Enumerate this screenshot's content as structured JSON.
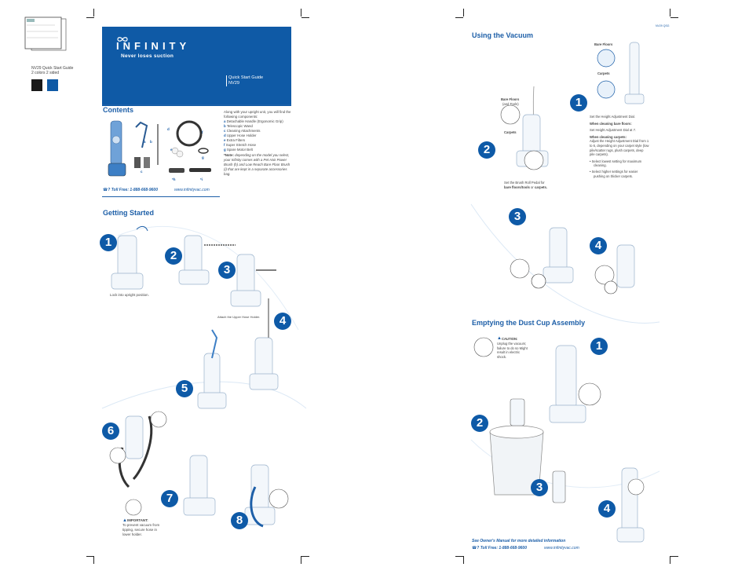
{
  "sidebar": {
    "doc_name": "NV29 Quick Start Guide",
    "doc_spec": "2 colors 2 sided",
    "colors": {
      "black": "#1a1a1a",
      "blue": "#0f5aa6"
    }
  },
  "corner_code": "NV29 QSG",
  "brand": {
    "name": "INFINITY",
    "tagline": "Never loses suction",
    "guide_line1": "Quick Start Guide",
    "guide_line2": "NV29",
    "hero_color": "#0f5aa6"
  },
  "contents": {
    "heading": "Contents",
    "intro": "Along with your upright unit, you will find the following components:",
    "items": [
      {
        "key": "a",
        "text": "Detachable Handle (Ergonomic Grip)"
      },
      {
        "key": "b",
        "text": "Telescopic Wand"
      },
      {
        "key": "c",
        "text": "Cleaning Attachments"
      },
      {
        "key": "d",
        "text": "Upper Hose Holder"
      },
      {
        "key": "e",
        "text": "Extra Filters"
      },
      {
        "key": "f",
        "text": "Super Stretch Hose"
      },
      {
        "key": "g",
        "text": "Spare Motor Belt"
      }
    ],
    "note_label": "*Note:",
    "note": "depending on the model you select, your Infinity comes with a Pet Hair Power Brush (h) and Low Reach Bare Floor Brush (i) that are kept in a separate accessories bag.",
    "figure_labels": [
      "a",
      "b",
      "c",
      "d",
      "e",
      "f",
      "g",
      "*h",
      "*i"
    ]
  },
  "footer_left": {
    "phone": "Toll Free: 1-888-668-9600",
    "url": "www.infinityvac.com"
  },
  "getting_started": {
    "heading": "Getting Started",
    "steps": [
      "1",
      "2",
      "3",
      "4",
      "5",
      "6",
      "7",
      "8"
    ],
    "caption_1": "Lock into upright position.",
    "caption_3": "Attach the Upper Hose Holder.",
    "important_label": "IMPORTANT:",
    "important_text": "To prevent vacuum from tipping, secure hose in lower holder."
  },
  "using": {
    "heading": "Using the Vacuum",
    "bare_floors": "Bare Floors",
    "carpets": "Carpets",
    "bare_floors_tools": "Bare Floors",
    "and_tools": "(and Tools)",
    "carpets_pedal": "Carpets",
    "pedal_caption_1": "Set the Brush Roll Pedal for",
    "pedal_caption_2": "bare floors/tools",
    "pedal_caption_or": " or ",
    "pedal_caption_3": "carpets.",
    "dial_set": "Set the Height Adjustment Dial.",
    "when_bare": "When cleaning bare floors:",
    "bare_instr": "Set Height Adjustment Dial at 7.",
    "when_carpets": "When cleaning carpets:",
    "carpet_instr": "Adjust the Height Adjustment Dial from 1 to 6, depending on your carpet style (low pile/scatter rugs, plush carpets, deep pile carpets).",
    "bullet_1": "Select lowest setting for maximum cleaning.",
    "bullet_2": "Select higher settings for easier pushing on thicker carpets.",
    "steps": [
      "1",
      "2",
      "3",
      "4"
    ]
  },
  "emptying": {
    "heading": "Emptying the Dust Cup Assembly",
    "caution_label": "CAUTION:",
    "caution_text": "Unplug the vacuum; failure to do so Might result in electric shock.",
    "steps": [
      "1",
      "2",
      "3",
      "4"
    ]
  },
  "footer_right": {
    "manual_note": "See Owner's Manual for more detailed information",
    "phone": "Toll Free: 1-888-668-9600",
    "url": "www.infinityvac.com"
  }
}
